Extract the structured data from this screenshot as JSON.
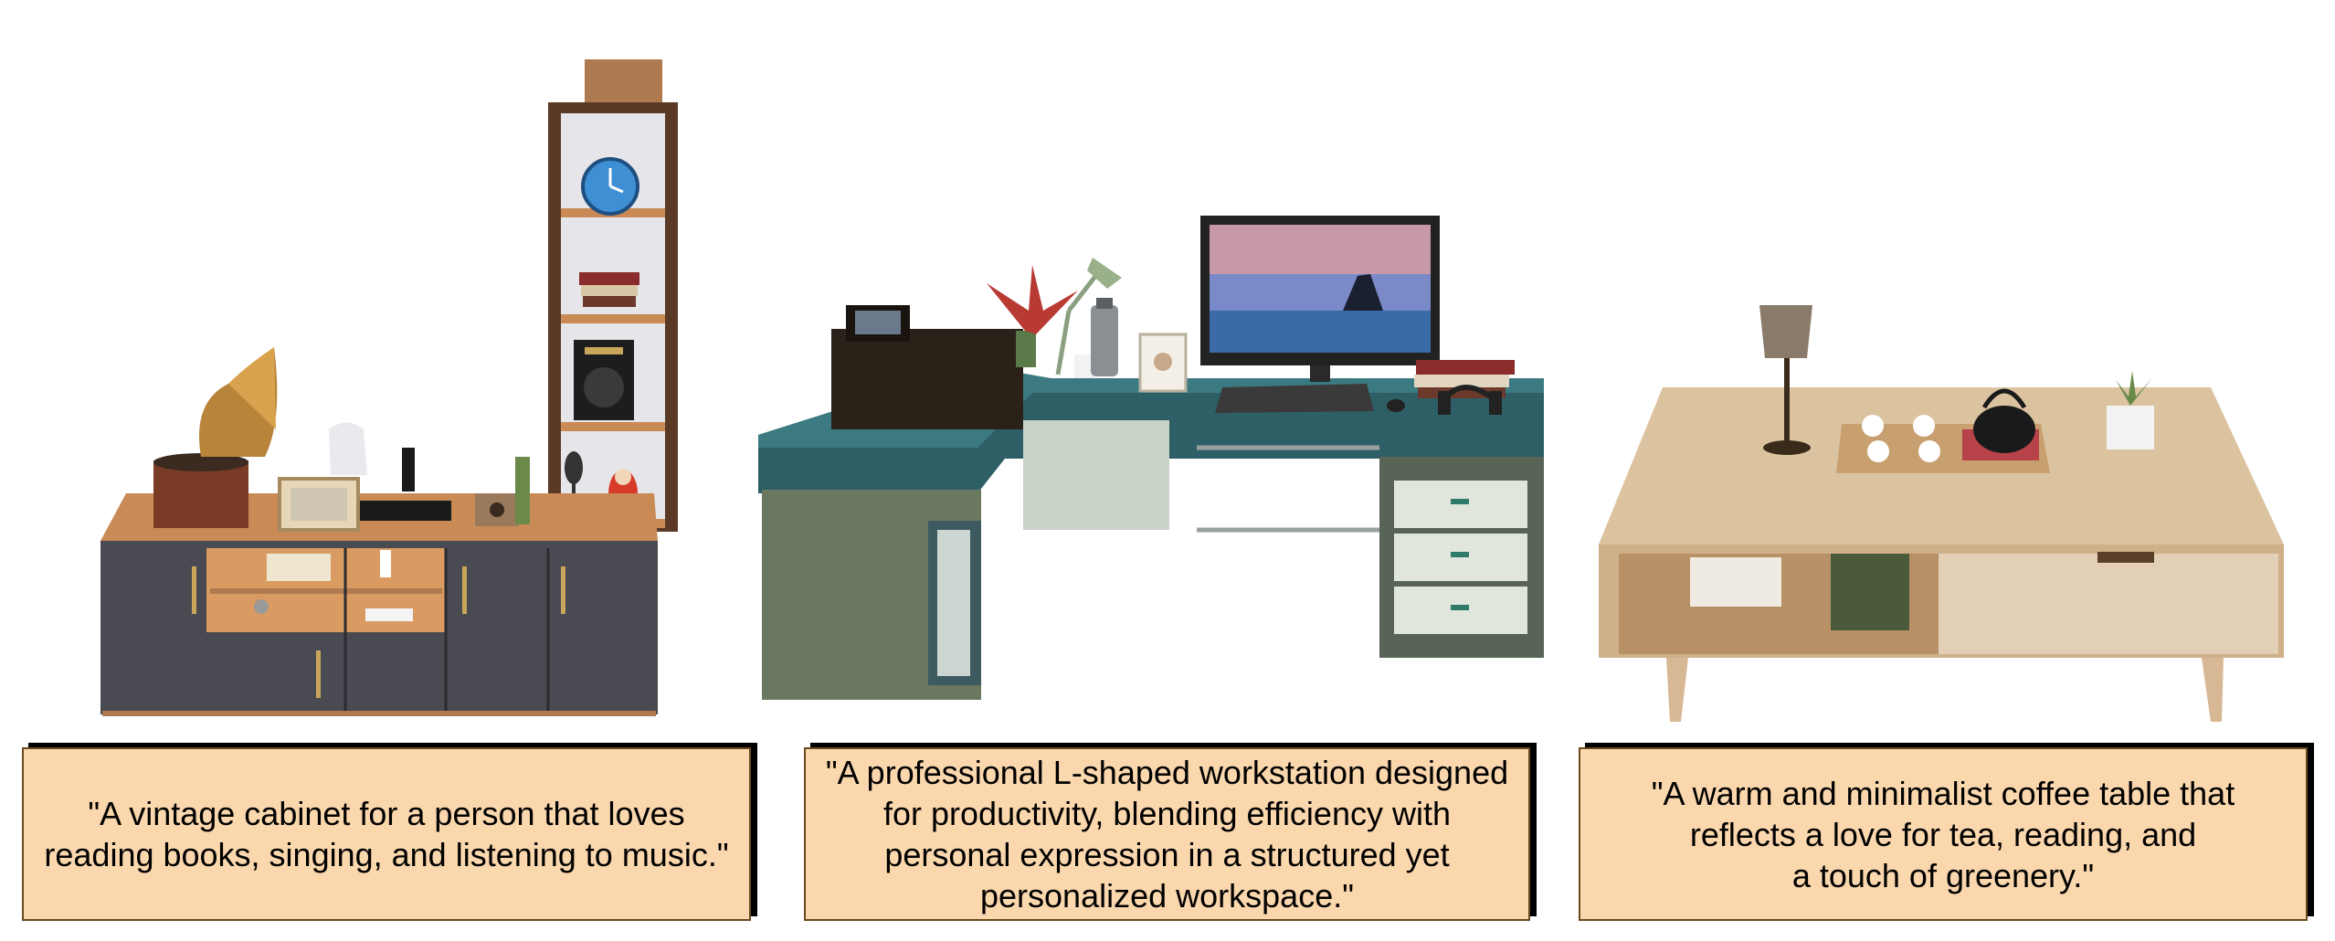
{
  "captions": [
    {
      "text": "\"A vintage cabinet for a person that loves\nreading books, singing, and listening to music.\""
    },
    {
      "text": "\"A professional L-shaped workstation designed\nfor productivity, blending efficiency with\npersonal expression in a structured yet\npersonalized workspace.\""
    },
    {
      "text": "\"A warm and minimalist coffee table that\nreflects a love for tea, reading, and\na touch of greenery.\""
    }
  ],
  "colors": {
    "caption_fill": "#fad7ad",
    "caption_border": "#6b4a1f",
    "wood": "#c98a55",
    "desk_top": "#2f5f66"
  }
}
